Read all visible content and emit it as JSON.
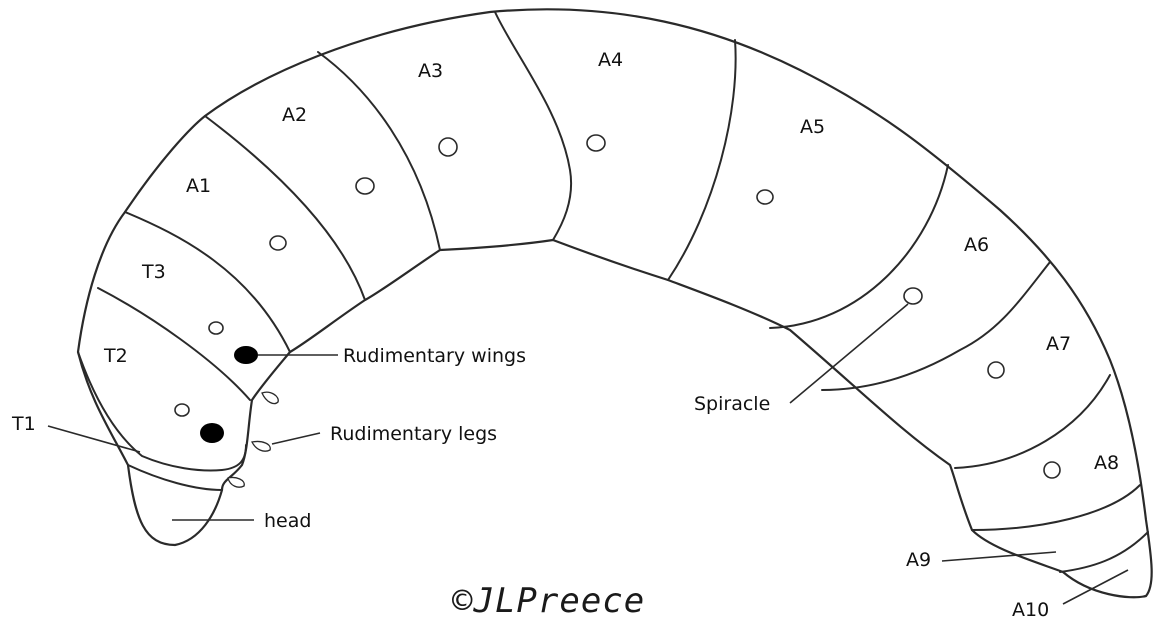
{
  "segments": {
    "T1": "T1",
    "T2": "T2",
    "T3": "T3",
    "A1": "A1",
    "A2": "A2",
    "A3": "A3",
    "A4": "A4",
    "A5": "A5",
    "A6": "A6",
    "A7": "A7",
    "A8": "A8",
    "A9": "A9",
    "A10": "A10"
  },
  "annotations": {
    "head": "head",
    "rudimentary_wings": "Rudimentary wings",
    "rudimentary_legs": "Rudimentary legs",
    "spiracle": "Spiracle"
  },
  "copyright": "©JLPreece"
}
